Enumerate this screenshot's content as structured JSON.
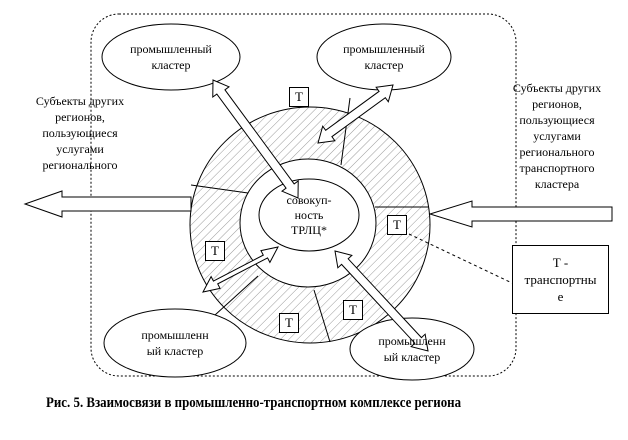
{
  "diagram": {
    "center": {
      "lines": [
        "совокуп-",
        "ность",
        "ТРЛЦ*"
      ]
    },
    "clusters": {
      "top_left": {
        "lines": [
          "промышленный",
          "кластер"
        ]
      },
      "top_right": {
        "lines": [
          "промышленный",
          "кластер"
        ]
      },
      "bottom_left": {
        "lines": [
          "промышленн",
          "ый кластер"
        ]
      },
      "bottom_right": {
        "lines": [
          "промышленн",
          "ый кластер"
        ]
      }
    },
    "left_subjects": {
      "lines": [
        "Субъекты других",
        "регионов,",
        "пользующиеся",
        "услугами",
        "регионального"
      ]
    },
    "right_subjects": {
      "lines": [
        "Субъекты других",
        "регионов,",
        "пользующиеся",
        "услугами",
        "регионального",
        "транспортного",
        "кластера"
      ]
    },
    "t_box_label": "Т",
    "legend": {
      "lines": [
        "Т -",
        "транспортны",
        "е"
      ]
    }
  },
  "caption": "Рис. 5. Взаимосвязи в промышленно-транспортном комплексе региона"
}
